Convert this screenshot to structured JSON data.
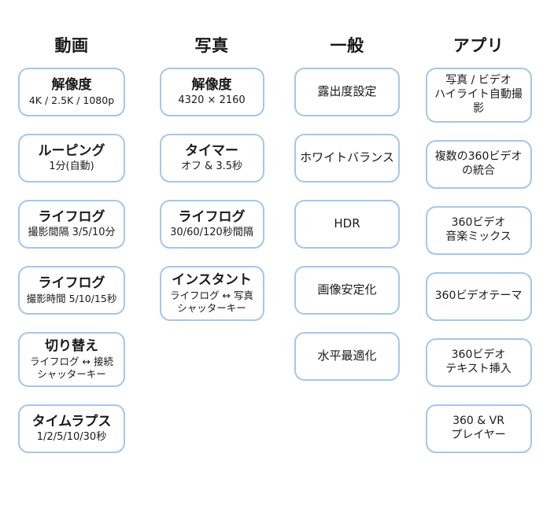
{
  "page": {
    "background_color": "#ffffff",
    "card_border_color": "#a5c7e8",
    "text_color": "#1a1a1a"
  },
  "columns": [
    {
      "header": "動画",
      "cards": [
        {
          "title": "解像度",
          "sub": "4K / 2.5K / 1080p"
        },
        {
          "title": "ルーピング",
          "sub": "1分(自動)"
        },
        {
          "title": "ライフログ",
          "sub": "撮影間隔 3/5/10分"
        },
        {
          "title": "ライフログ",
          "sub": "撮影時間 5/10/15秒"
        },
        {
          "title": "切り替え",
          "sub": "ライフログ ↔ 接続\nシャッターキー"
        },
        {
          "title": "タイムラプス",
          "sub": "1/2/5/10/30秒"
        }
      ]
    },
    {
      "header": "写真",
      "cards": [
        {
          "title": "解像度",
          "sub": "4320 × 2160"
        },
        {
          "title": "タイマー",
          "sub": "オフ & 3.5秒"
        },
        {
          "title": "ライフログ",
          "sub": "30/60/120秒間隔"
        },
        {
          "title": "インスタント",
          "sub": "ライフログ ↔ 写真\nシャッターキー"
        }
      ]
    },
    {
      "header": "一般",
      "cards": [
        {
          "title": "露出度設定",
          "sub": ""
        },
        {
          "title": "ホワイトバランス",
          "sub": ""
        },
        {
          "title": "HDR",
          "sub": ""
        },
        {
          "title": "画像安定化",
          "sub": ""
        },
        {
          "title": "水平最適化",
          "sub": ""
        }
      ]
    },
    {
      "header": "アプリ",
      "cards": [
        {
          "title": "写真 / ビデオ\nハイライト自動撮影",
          "sub": ""
        },
        {
          "title": "複数の360ビデオ\nの統合",
          "sub": ""
        },
        {
          "title": "360ビデオ\n音楽ミックス",
          "sub": ""
        },
        {
          "title": "360ビデオテーマ",
          "sub": ""
        },
        {
          "title": "360ビデオ\nテキスト挿入",
          "sub": ""
        },
        {
          "title": "360 & VR\nプレイヤー",
          "sub": ""
        }
      ]
    }
  ]
}
